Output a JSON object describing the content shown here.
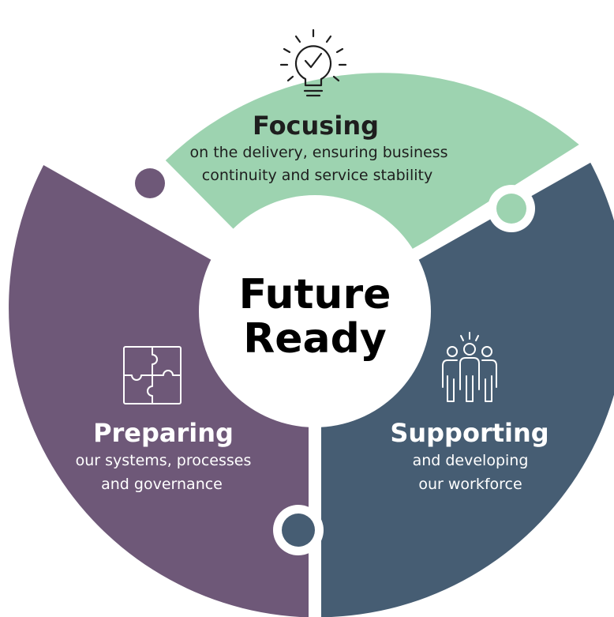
{
  "colors": {
    "focusing": "#9dd3b0",
    "preparing": "#6e5878",
    "supporting": "#465d73",
    "center_fill": "#ffffff",
    "center_text": "#000000",
    "focusing_text": "#1e1e1e",
    "light_text": "#ffffff",
    "gap": "#ffffff"
  },
  "center": {
    "line1": "Future",
    "line2": "Ready"
  },
  "segments": {
    "focusing": {
      "icon": "lightbulb-check-icon",
      "title": "Focusing",
      "line1": "on the delivery, ensuring business",
      "line2": "continuity and service stability"
    },
    "preparing": {
      "icon": "puzzle-icon",
      "title": "Preparing",
      "line1": "our systems, processes",
      "line2": "and governance"
    },
    "supporting": {
      "icon": "people-group-icon",
      "title": "Supporting",
      "line1": "and developing",
      "line2": "our workforce"
    }
  }
}
